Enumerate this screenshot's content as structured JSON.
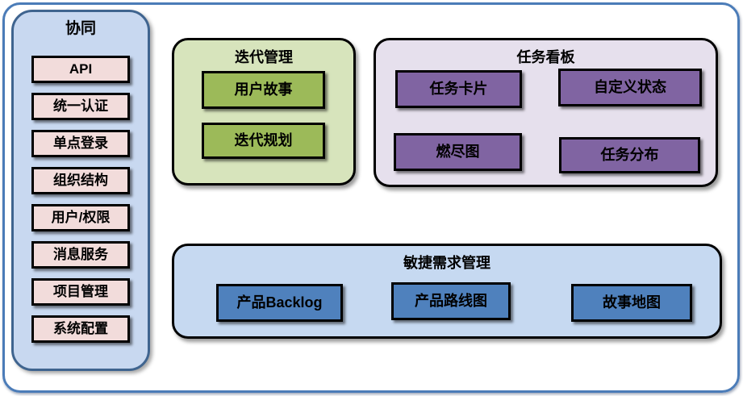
{
  "diagram": {
    "sidebar": {
      "title": "协同",
      "items": [
        "API",
        "统一认证",
        "单点登录",
        "组织结构",
        "用户/权限",
        "消息服务",
        "项目管理",
        "系统配置"
      ]
    },
    "groups": [
      {
        "title": "迭代管理",
        "items": [
          "用户故事",
          "迭代规划"
        ]
      },
      {
        "title": "任务看板",
        "items": [
          "任务卡片",
          "自定义状态",
          "燃尽图",
          "任务分布"
        ]
      },
      {
        "title": "敏捷需求管理",
        "items": [
          "产品Backlog",
          "产品路线图",
          "故事地图"
        ]
      }
    ],
    "colors": {
      "frame_border": "#4b7cb8",
      "sidebar_fill": "#c8d8f0",
      "sidebar_border": "#3f648f",
      "sidebar_item_fill": "#f2dcdb",
      "iteration_fill": "#d7e4bc",
      "iteration_item_fill": "#9cba59",
      "kanban_fill": "#e6e0ed",
      "kanban_item_fill": "#8064a2",
      "requirements_fill": "#c6d9f1",
      "requirements_item_fill": "#4f81bd",
      "item_border": "#000000"
    }
  }
}
